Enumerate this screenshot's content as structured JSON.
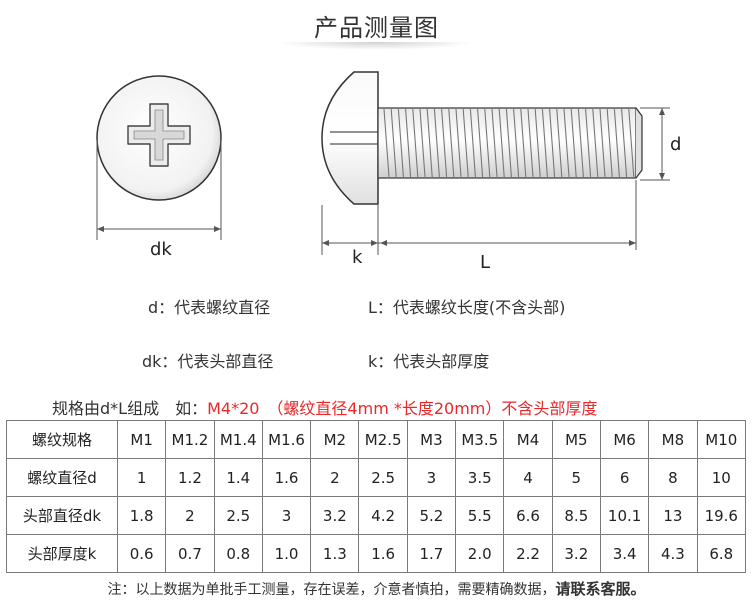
{
  "header": {
    "title": "产品测量图"
  },
  "diagram": {
    "label_dk": "dk",
    "label_k": "k",
    "label_L": "L",
    "label_d": "d"
  },
  "legend": {
    "d": "d：代表螺纹直径",
    "L": "L：代表螺纹长度(不含头部)",
    "dk": "dk：代表头部直径",
    "k": "k：代表头部厚度"
  },
  "spec": {
    "prefix": "规格由d*L组成　如：",
    "example": "M4*20　（螺纹直径4mm *长度20mm）不含头部厚度"
  },
  "table": {
    "header_label": "螺纹规格",
    "sizes": [
      "M1",
      "M1.2",
      "M1.4",
      "M1.6",
      "M2",
      "M2.5",
      "M3",
      "M3.5",
      "M4",
      "M5",
      "M6",
      "M8",
      "M10"
    ],
    "rows": [
      {
        "label": "螺纹直径d",
        "values": [
          "1",
          "1.2",
          "1.4",
          "1.6",
          "2",
          "2.5",
          "3",
          "3.5",
          "4",
          "5",
          "6",
          "8",
          "10"
        ]
      },
      {
        "label": "头部直径dk",
        "values": [
          "1.8",
          "2",
          "2.5",
          "3",
          "3.2",
          "4.2",
          "5.2",
          "5.5",
          "6.6",
          "8.5",
          "10.1",
          "13",
          "19.6"
        ]
      },
      {
        "label": "头部厚度k",
        "values": [
          "0.6",
          "0.7",
          "0.8",
          "1.0",
          "1.3",
          "1.6",
          "1.7",
          "2.0",
          "2.2",
          "3.2",
          "3.4",
          "4.3",
          "6.8"
        ]
      }
    ]
  },
  "note": {
    "text": "注：以上数据为单批手工测量，存在误差，介意者慎拍，需要精确数据，",
    "emphasis": "请联系客服。"
  }
}
